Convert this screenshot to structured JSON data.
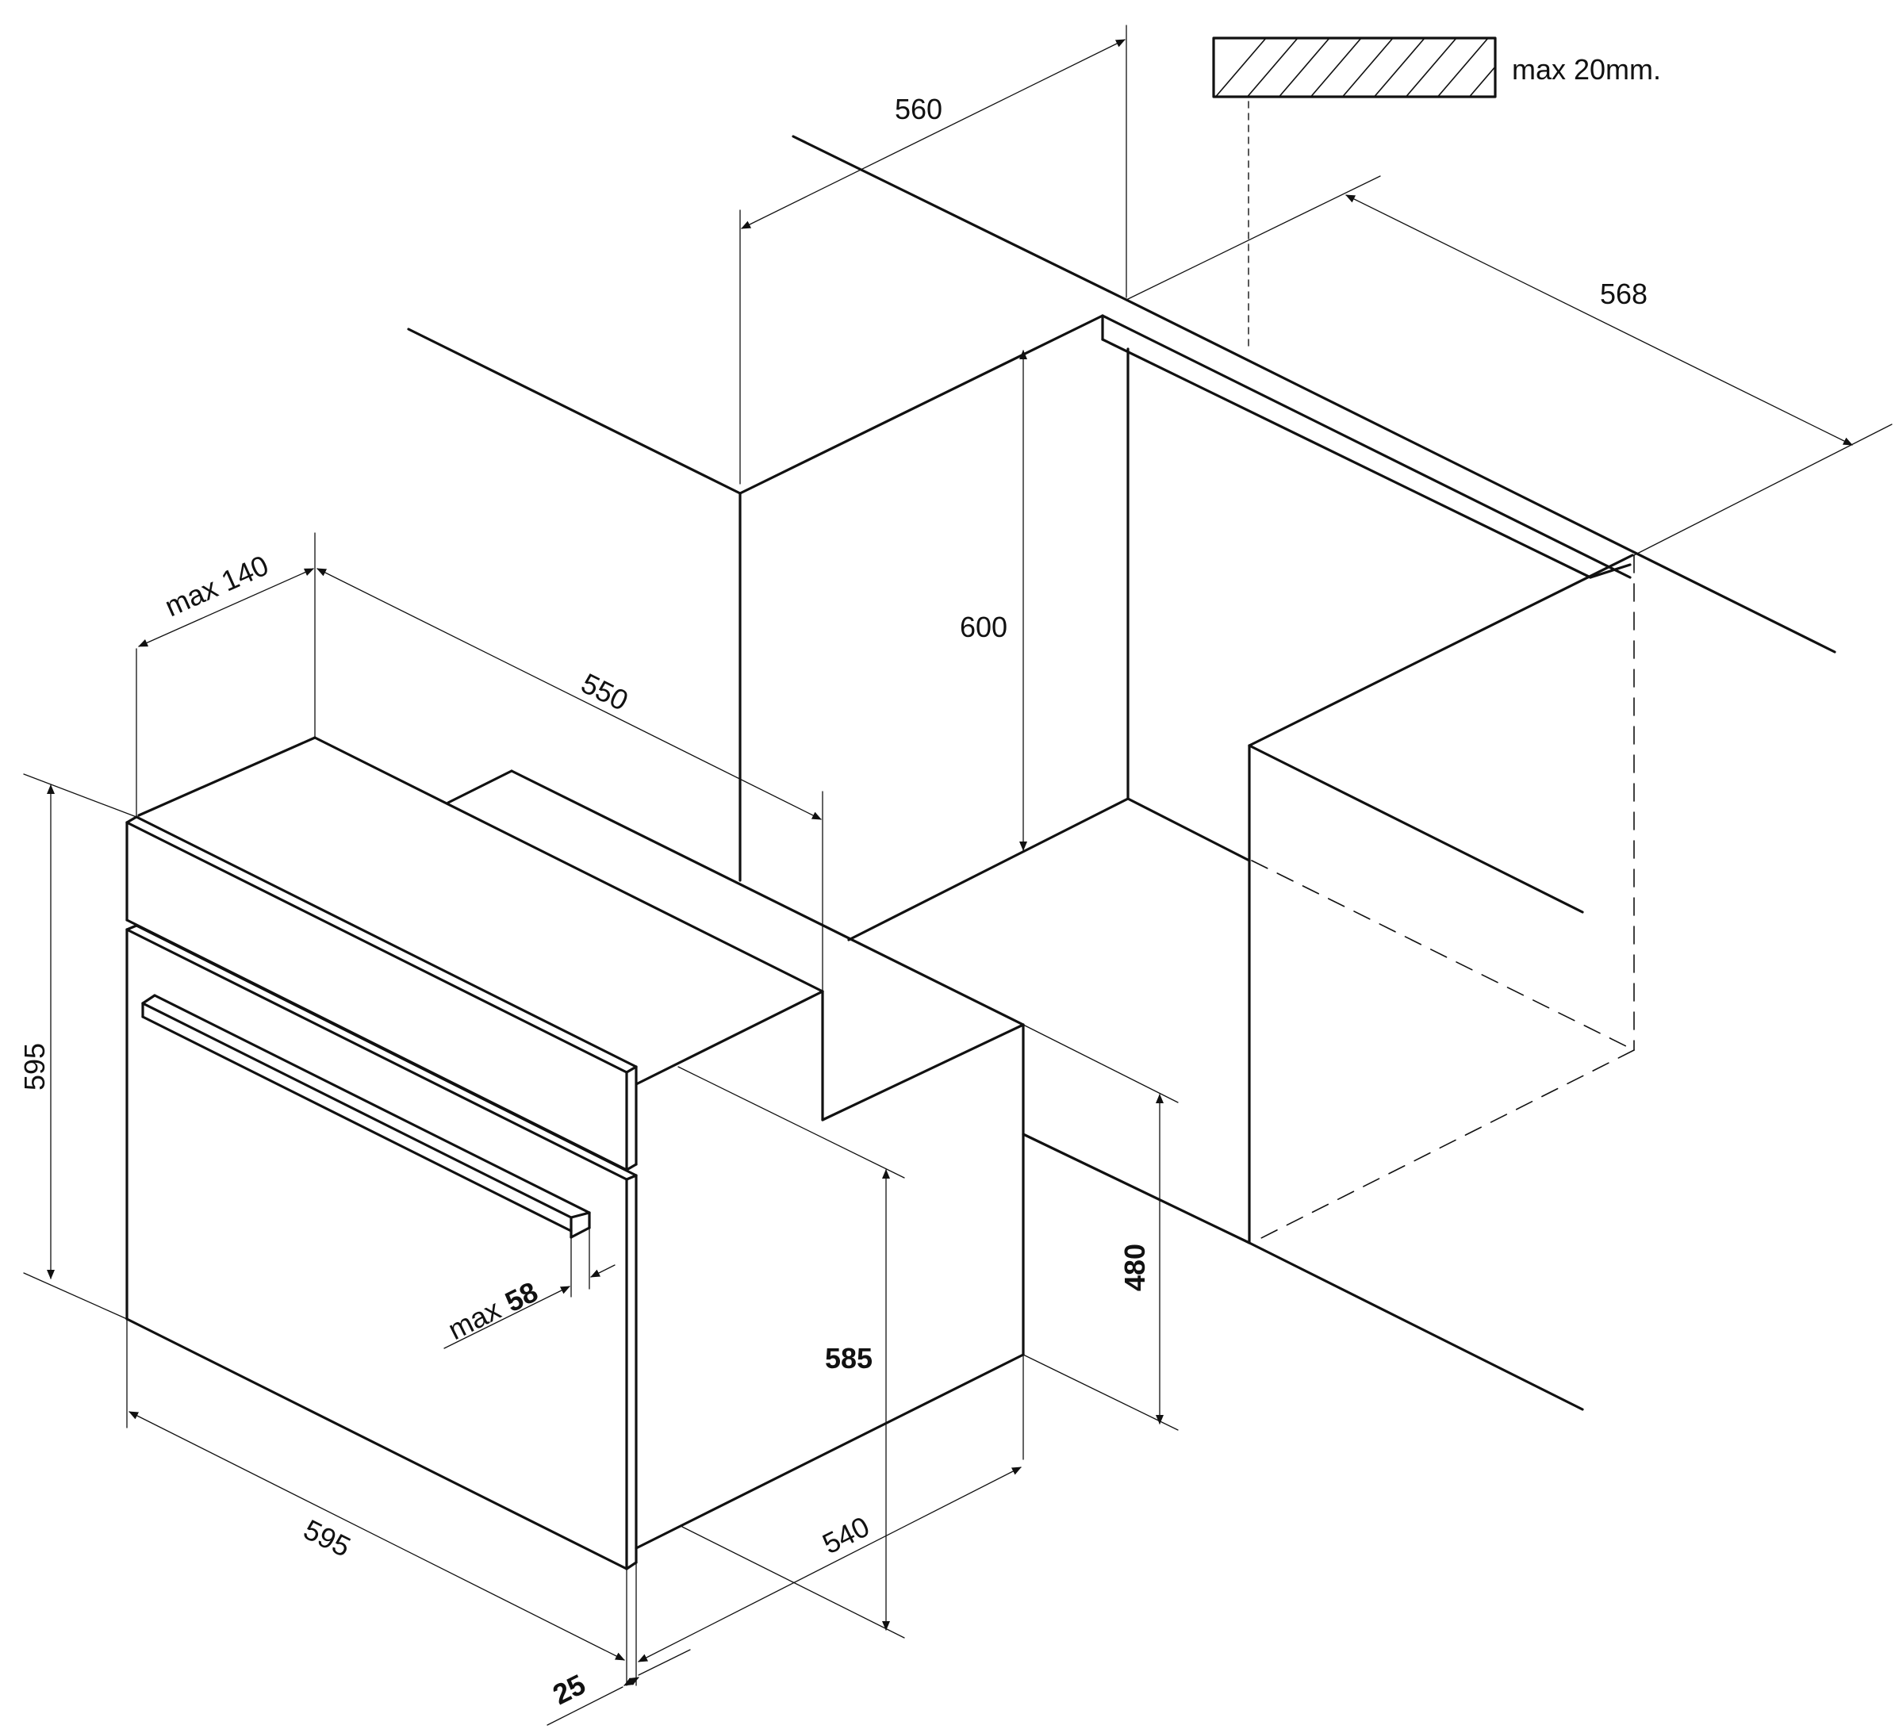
{
  "diagram": {
    "labels": {
      "max_gap_note": "max 20mm.",
      "niche_depth_top": "560",
      "niche_width": "568",
      "niche_height": "600",
      "oven_top_depth": "550",
      "vent_max": "max 140",
      "oven_height": "595",
      "oven_width": "595",
      "handle_max": "max",
      "handle_max_value": "58",
      "front_height": "585",
      "cutout_height": "480",
      "body_depth": "540",
      "front_thickness": "25"
    },
    "colors": {
      "ink": "#111111",
      "background": "#ffffff"
    }
  }
}
